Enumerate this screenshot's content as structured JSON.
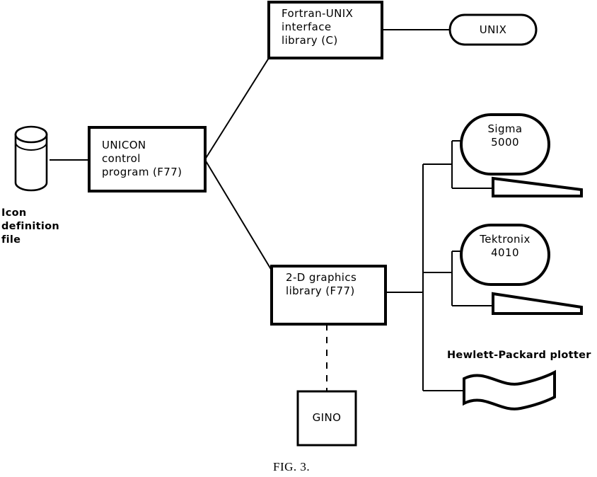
{
  "figure": {
    "caption": "FIG. 3.",
    "stroke_color": "#000000",
    "background_color": "#ffffff"
  },
  "nodes": {
    "icon_file": {
      "shape": "cylinder",
      "label": "Icon\ndefinition\nfile"
    },
    "unicon": {
      "shape": "rectangle",
      "label": "UNICON\ncontrol\nprogram (F77)"
    },
    "fortran_unix": {
      "shape": "rectangle",
      "label": "Fortran-UNIX\ninterface\nlibrary (C)"
    },
    "unix": {
      "shape": "stadium",
      "label": "UNIX"
    },
    "graphics_lib": {
      "shape": "rectangle",
      "label": "2-D graphics\nlibrary (F77)"
    },
    "gino": {
      "shape": "rectangle",
      "label": "GINO"
    },
    "sigma": {
      "shape": "terminal",
      "label": "Sigma\n5000"
    },
    "tektronix": {
      "shape": "terminal",
      "label": "Tektronix\n4010"
    },
    "hp_plotter": {
      "shape": "wavy-paper",
      "label": "Hewlett-Packard plotter"
    }
  }
}
